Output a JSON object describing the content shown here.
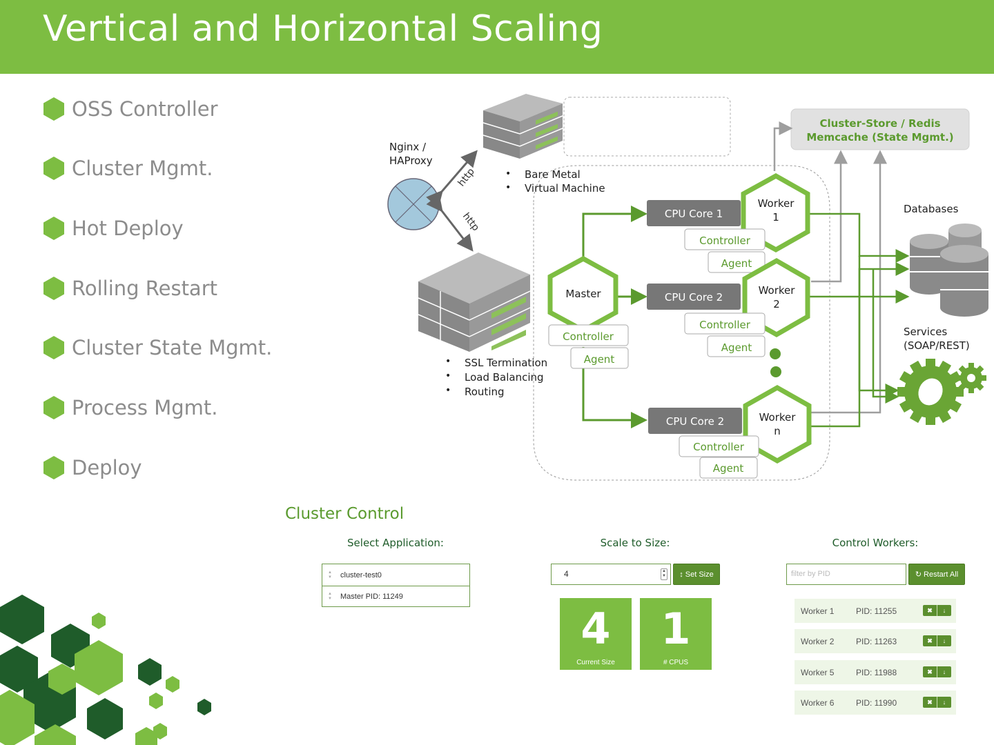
{
  "slide": {
    "title": "Vertical and Horizontal Scaling"
  },
  "bullets": [
    "OSS Controller",
    "Cluster Mgmt.",
    "Hot Deploy",
    "Rolling Restart",
    "Cluster State Mgmt.",
    "Process Mgmt.",
    "Deploy"
  ],
  "colors": {
    "brand_green": "#7dbd42",
    "dark_green": "#1f5c2a",
    "button_green": "#5b8f2e"
  },
  "diagram": {
    "proxy_label_1": "Nginx /",
    "proxy_label_2": "HAProxy",
    "http": "http",
    "server_bullets_top": [
      "Bare Metal",
      "Virtual Machine"
    ],
    "server_bullets_bottom": [
      "SSL Termination",
      "Load Balancing",
      "Routing"
    ],
    "master": "Master",
    "controller": "Controller",
    "agent": "Agent",
    "cpu_core_1": "CPU Core 1",
    "cpu_core_2": "CPU Core 2",
    "worker": "Worker",
    "worker_1_num": "1",
    "worker_2_num": "2",
    "worker_n_num": "n",
    "cluster_store_1": "Cluster-Store / Redis",
    "cluster_store_2": "Memcache (State Mgmt.)",
    "databases": "Databases",
    "services_1": "Services",
    "services_2": "(SOAP/REST)"
  },
  "cluster_control": {
    "title": "Cluster Control",
    "select_application": {
      "label": "Select Application:",
      "app_name": "cluster-test0",
      "master_pid": "Master PID: 11249"
    },
    "scale": {
      "label": "Scale to Size:",
      "value": "4",
      "button": "Set Size",
      "current_size": "4",
      "current_size_label": "Current Size",
      "cpus": "1",
      "cpus_label": "# CPUS"
    },
    "workers": {
      "label": "Control Workers:",
      "filter_placeholder": "filter by PID",
      "restart_button": "Restart All",
      "list": [
        {
          "name": "Worker 1",
          "pid": "PID: 11255"
        },
        {
          "name": "Worker 2",
          "pid": "PID: 11263"
        },
        {
          "name": "Worker 5",
          "pid": "PID: 11988"
        },
        {
          "name": "Worker 6",
          "pid": "PID: 11990"
        }
      ]
    }
  }
}
